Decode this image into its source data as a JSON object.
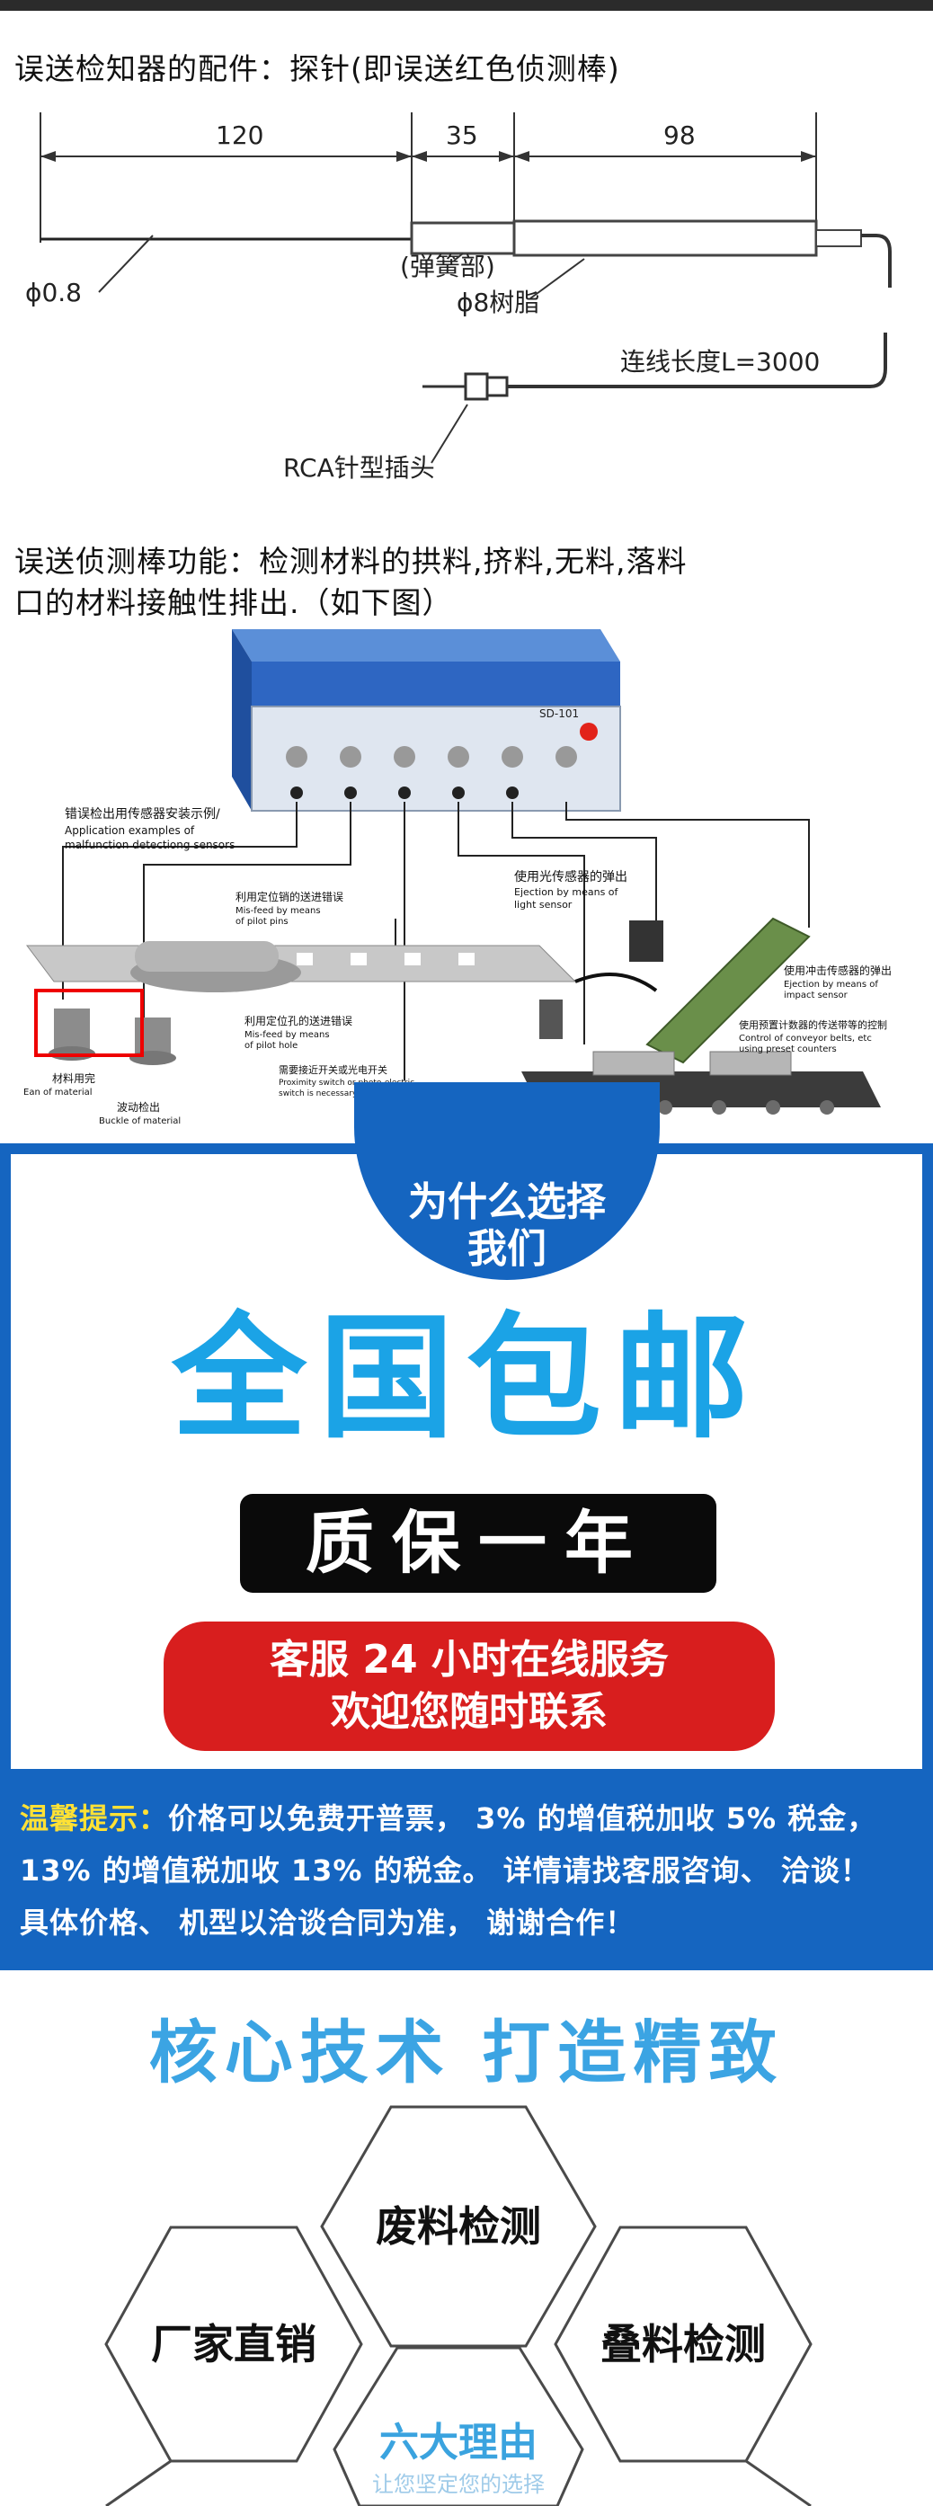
{
  "section1": {
    "title": "误送检知器的配件：探针(即误送红色侦测棒)",
    "diagram": {
      "dim_1": "120",
      "dim_2": "35",
      "dim_3": "98",
      "label_diameter": "ϕ0.8",
      "label_spring": "(弹簧部)",
      "label_resin": "ϕ8树脂",
      "label_cable": "连线长度L=3000",
      "label_plug": "RCA针型插头"
    }
  },
  "section2": {
    "line1": "误送侦测棒功能：检测材料的拱料,挤料,无料,落料",
    "line2": "口的材料接触性排出.（如下图）",
    "illustration": {
      "device_model": "SD-101",
      "cap_app_cn": "错误检出用传感器安装示例/",
      "cap_app_en1": "Application examples of",
      "cap_app_en2": "malfunction detectiong sensors",
      "cap_misfeed_pilot_cn": "利用定位销的送进错误",
      "cap_misfeed_pilot_en1": "Mis-feed by means",
      "cap_misfeed_pilot_en2": "of pilot pins",
      "cap_light_cn": "使用光传感器的弹出",
      "cap_light_en1": "Ejection by means of",
      "cap_light_en2": "light sensor",
      "cap_hole_cn": "利用定位孔的送进错误",
      "cap_hole_en1": "Mis-feed by means",
      "cap_hole_en2": "of pilot hole",
      "cap_impact_cn": "使用冲击传感器的弹出",
      "cap_impact_en1": "Ejection by means of",
      "cap_impact_en2": "impact sensor",
      "cap_counter_cn": "使用预置计数器的传送带等的控制",
      "cap_counter_en1": "Control of conveyor belts, etc",
      "cap_counter_en2": "using preset counters",
      "cap_proximity_cn": "需要接近开关或光电开关",
      "cap_proximity_en1": "Proximity switch or photo-electric",
      "cap_proximity_en2": "switch is necessary",
      "cap_ear_cn": "材料用完",
      "cap_ear_en": "Ean of material",
      "cap_buckle_cn": "波动检出",
      "cap_buckle_en": "Buckle of material"
    }
  },
  "why_us": {
    "title_line1": "为什么选择",
    "title_line2": "我们",
    "free_shipping": "全国包邮",
    "warranty": "质保一年",
    "service_line1": "客服 24 小时在线服务",
    "service_line2": "欢迎您随时联系",
    "tips_label": "温馨提示：",
    "tips_line1": "价格可以免费开普票， 3% 的增值税加收 5% 税金，",
    "tips_line2": "13% 的增值税加收 13% 的税金。 详情请找客服咨询、 洽谈！",
    "tips_line3": "具体价格、 机型以洽谈合同为准， 谢谢合作！"
  },
  "core_tech": {
    "title": "核心技术 打造精致",
    "hex_top": "废料检测",
    "hex_left": "厂家直销",
    "hex_right": "叠料检测",
    "center_title": "六大理由",
    "center_subtitle": "让您坚定您的选择"
  },
  "colors": {
    "brand_blue": "#1565c0",
    "light_blue": "#1ba3e6",
    "red": "#d81e1e",
    "yellow_tip": "#ffe135"
  }
}
